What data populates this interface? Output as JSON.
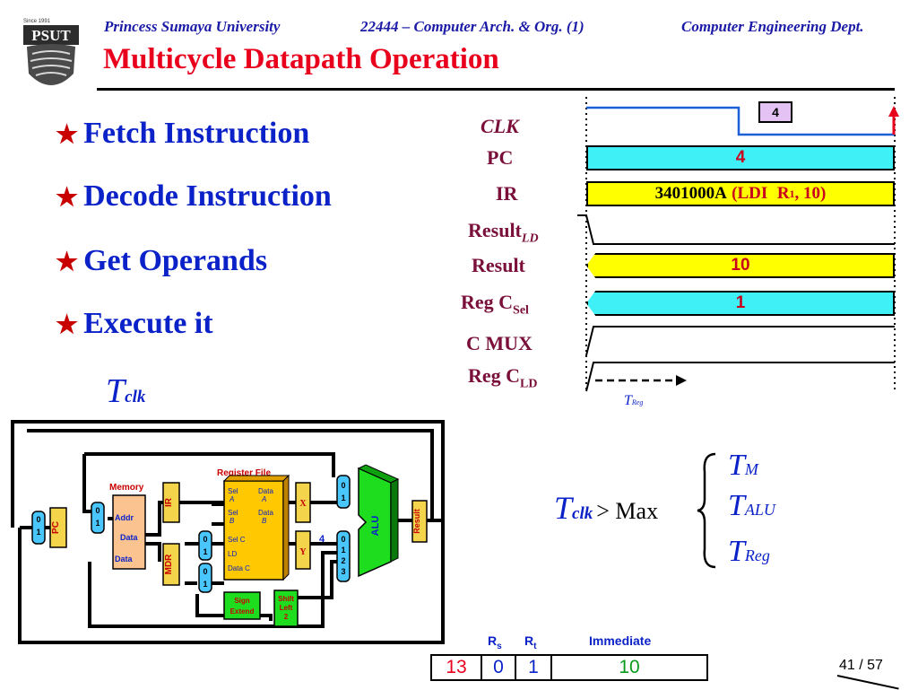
{
  "header": {
    "university": "Princess Sumaya University",
    "course": "22444 – Computer Arch. & Org. (1)",
    "department": "Computer Engineering Dept.",
    "title": "Multicycle Datapath Operation",
    "logo": {
      "text": "PSUT",
      "since": "Since 1991"
    }
  },
  "bullets": [
    "Fetch Instruction",
    "Decode Instruction",
    "Get Operands",
    "Execute it"
  ],
  "tclk_label": {
    "main": "T",
    "sub": "clk"
  },
  "timing": {
    "clk_label": "CLK",
    "clk_marker": "4",
    "pc_label": "PC",
    "pc_value": "4",
    "ir_label": "IR",
    "ir_hex": "3401000A",
    "ir_instr_open": "(LDI",
    "ir_reg": "R",
    "ir_reg_sub": "1",
    "ir_instr_close": ", 10)",
    "result_ld_label": "Result",
    "result_ld_sub": "LD",
    "result_label": "Result",
    "result_value": "10",
    "regcsel_label": "Reg C",
    "regcsel_sub": "Sel",
    "regcsel_value": "1",
    "cmux_label": "C MUX",
    "regcld_label": "Reg C",
    "regcld_sub": "LD",
    "treg_label": {
      "main": "T",
      "sub": "Reg"
    }
  },
  "datapath": {
    "memory_title": "Memory",
    "mem_ports": [
      "Addr",
      "Data",
      "Data"
    ],
    "regfile_title": "Register File",
    "regfile_ports": [
      "Sel",
      "A",
      "Data",
      "A",
      "Sel",
      "B",
      "Data",
      "B",
      "Sel C",
      "LD",
      "Data C"
    ],
    "blocks": [
      "PC",
      "IR",
      "MDR",
      "X",
      "Y",
      "ALU",
      "Result"
    ],
    "sign_extend": "Sign Extend",
    "shift_left": "Shift Left 2",
    "mux_bits_2": [
      "0",
      "1"
    ],
    "mux_bits_4": [
      "0",
      "1",
      "2",
      "3"
    ],
    "const_four": "4"
  },
  "equation": {
    "lhs_main": "T",
    "lhs_sub": "clk",
    "op": "> Max",
    "terms": [
      {
        "main": "T",
        "sub": "M"
      },
      {
        "main": "T",
        "sub": "ALU"
      },
      {
        "main": "T",
        "sub": "Reg"
      }
    ]
  },
  "instruction_format": {
    "headers": {
      "rs": "R",
      "rs_sub": "s",
      "rt": "R",
      "rt_sub": "t",
      "imm": "Immediate"
    },
    "fields": [
      {
        "value": "13",
        "color": "#e8001c"
      },
      {
        "value": "0",
        "color": "#0b22c9"
      },
      {
        "value": "1",
        "color": "#0b22c9"
      },
      {
        "value": "10",
        "color": "#0a9a1c"
      }
    ]
  },
  "slide_number": "41 / 57",
  "colors": {
    "header_blue": "#1a1aa6",
    "title_red": "#e8001c",
    "bullet_blue": "#0b22c9",
    "signal_cyan": "#3ff0f6",
    "signal_yellow": "#ffff00",
    "label_maroon": "#7a0f3a"
  }
}
